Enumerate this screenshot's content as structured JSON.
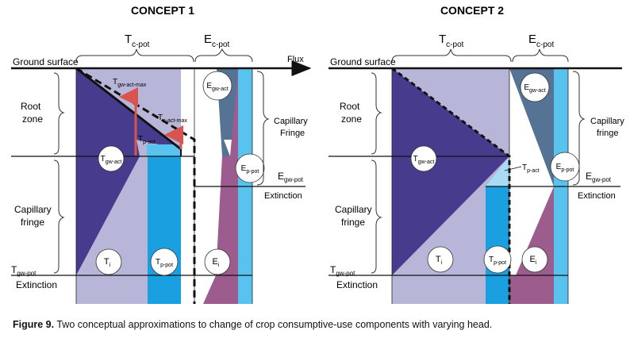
{
  "concept1": {
    "title": "CONCEPT 1",
    "tc_pot": "T",
    "tc_pot_sub": "c-pot",
    "ec_pot": "E",
    "ec_pot_sub": "c-pot",
    "flux": "Flux",
    "ground": "Ground surface",
    "root1": "Root",
    "root2": "zone",
    "cap1": "Capillary",
    "cap2": "fringe",
    "capr1": "Capillary",
    "capr2": "Fringe",
    "tgw_pot": "T",
    "tgw_pot_sub": "gw-pot",
    "extinction_l": "Extinction",
    "egw_pot": "E",
    "egw_pot_sub": "gw-pot",
    "extinction_r": "Extinction",
    "tgw_act_max": "T",
    "tgw_act_max_sub": "gw-act-max",
    "tc_act_max": "T",
    "tc_act_max_sub": "c-act-max",
    "tp_act": "T",
    "tp_act_sub": "p-act",
    "tgw_act": "T",
    "tgw_act_sub": "gw-act",
    "egw_act": "E",
    "egw_act_sub": "gw-act",
    "ep_pot": "E",
    "ep_pot_sub": "p-pot",
    "ti": "T",
    "ti_sub": "i",
    "tp_pot": "T",
    "tp_pot_sub": "p-pot",
    "ei": "E",
    "ei_sub": "i"
  },
  "concept2": {
    "title": "CONCEPT 2",
    "tc_pot": "T",
    "tc_pot_sub": "c-pot",
    "ec_pot": "E",
    "ec_pot_sub": "c-pot",
    "ground": "Ground surface",
    "root1": "Root",
    "root2": "zone",
    "cap1": "Capillary",
    "cap2": "fringe",
    "capr1": "Capillary",
    "capr2": "fringe",
    "tgw_pot": "T",
    "tgw_pot_sub": "gw-pot",
    "extinction_l": "Extinction",
    "egw_pot": "E",
    "egw_pot_sub": "gw-pot",
    "extinction_r": "Extinction",
    "tp_act": "T",
    "tp_act_sub": "p-act",
    "tgw_act": "T",
    "tgw_act_sub": "gw-act",
    "egw_act": "E",
    "egw_act_sub": "gw-act",
    "ep_pot": "E",
    "ep_pot_sub": "p-pot",
    "ti": "T",
    "ti_sub": "i",
    "tp_pot": "T",
    "tp_pot_sub": "p-pot",
    "ei": "E",
    "ei_sub": "i"
  },
  "caption": {
    "label": "Figure 9.",
    "text": " Two conceptual approximations to change of crop consumptive-use components with varying head."
  },
  "colors": {
    "dark_purple": "#463b8c",
    "light_lavender": "#b7b6d9",
    "blue": "#1a9fe0",
    "light_blue": "#58c3ef",
    "pale_blue": "#a8dcf5",
    "slate": "#557394",
    "mauve": "#9c5c8e",
    "red_arrow": "#d9534f"
  }
}
